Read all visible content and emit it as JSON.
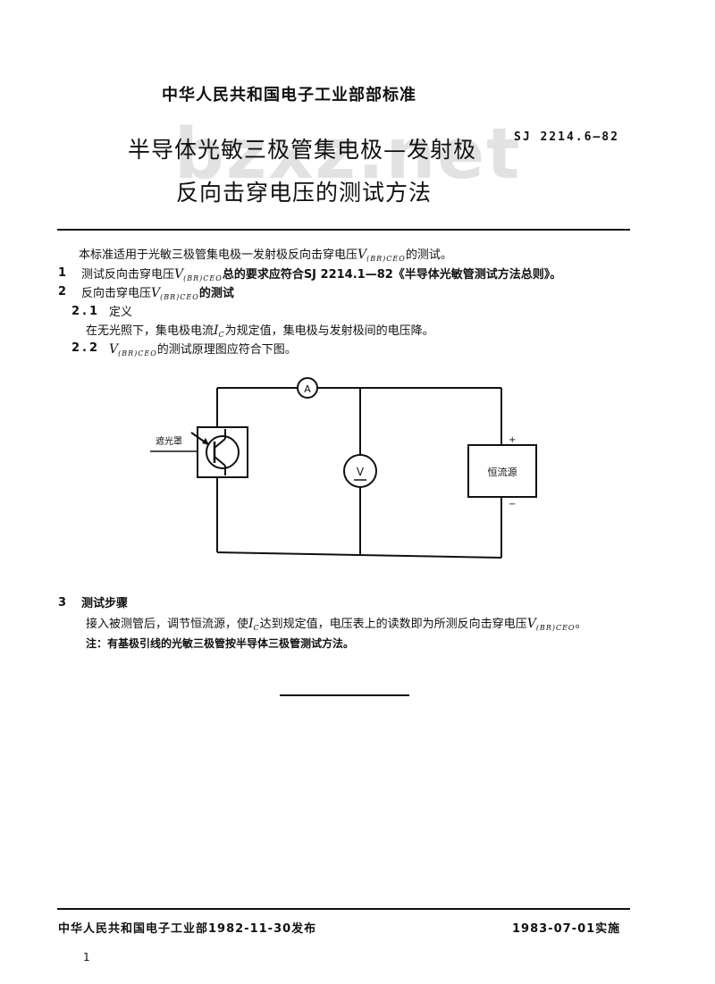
{
  "header": {
    "ministry": "中华人民共和国电子工业部部标准",
    "title_line1": "半导体光敏三极管集电极—发射极",
    "title_line2": "反向击穿电压的测试方法",
    "code": "SJ 2214.6—82",
    "watermark": "bzxz.net"
  },
  "intro": {
    "prefix": "本标准适用于光敏三极管集电极一发射极反向击穿电压",
    "sym": "V",
    "sub": "(BR)CEO",
    "suffix": "的测试。"
  },
  "s1": {
    "num": "1",
    "prefix": "测试反向击穿电压",
    "sym": "V",
    "sub": "(BR)CEO",
    "suffix": "总的要求应符合SJ  2214.1—82《半导体光敏管测试方法总则》。"
  },
  "s2": {
    "num": "2",
    "prefix": "反向击穿电压",
    "sym": "V",
    "sub": "(BR)CEO",
    "suffix": "的测试"
  },
  "s21": {
    "num": "2.1",
    "heading": "定义",
    "prefix": "在无光照下，集电极电流",
    "sym": "I",
    "sub": "C",
    "suffix": "为规定值，集电极与发射极间的电压降。"
  },
  "s22": {
    "num": "2.2",
    "sym": "V",
    "sub": "(BR)CEO",
    "suffix": "的测试原理图应符合下图。"
  },
  "diagram": {
    "ammeter": "A",
    "voltmeter": "V",
    "shield_label": "遮光罩",
    "source_label": "恒流源",
    "plus": "+",
    "minus": "−"
  },
  "s3": {
    "num": "3",
    "heading": "测试步骤",
    "p1_a": "接入被测管后，调节恒流源，使",
    "p1_sym": "I",
    "p1_sub": "C",
    "p1_b": "达到规定值，电压表上的读数即为所测反向击穿电压",
    "p1_sym2": "V",
    "p1_sub2": "(BR)CEO",
    "p1_c": "。",
    "note": "注：有基极引线的光敏三极管按半导体三极管测试方法。"
  },
  "footer": {
    "issued": "中华人民共和国电子工业部1982-11-30发布",
    "effective": "1983-07-01实施",
    "page": "1"
  }
}
